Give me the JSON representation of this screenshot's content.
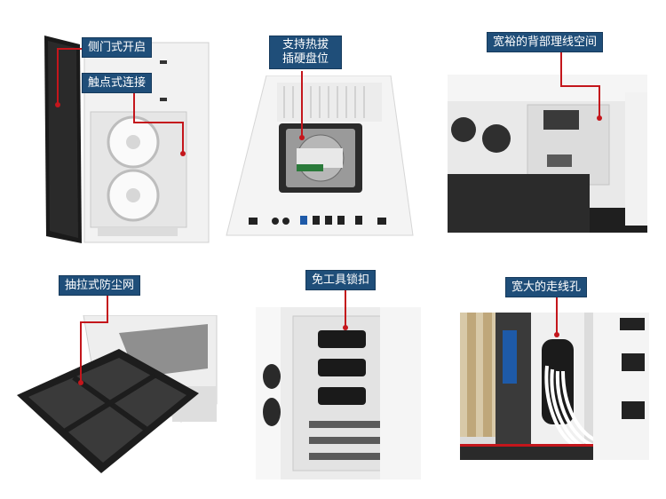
{
  "captions": {
    "side_door": "侧门式开启",
    "contact_connection": "触点式连接",
    "hotswap_bay_line1": "支持热拔",
    "hotswap_bay_line2": "插硬盘位",
    "rear_cable_space": "宽裕的背部理线空间",
    "pullout_dust_filter": "抽拉式防尘网",
    "toolfree_lock": "免工具锁扣",
    "large_cable_hole": "宽大的走线孔"
  },
  "colors": {
    "label_bg": "#1f4e79",
    "label_text": "#ffffff",
    "pointer": "#c4161c"
  }
}
